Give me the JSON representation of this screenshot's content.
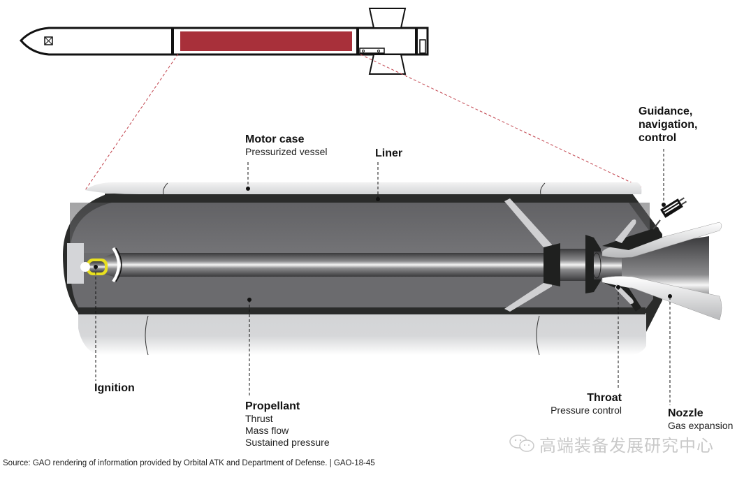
{
  "labels": {
    "motor_case": {
      "title": "Motor case",
      "subtitle": "Pressurized vessel"
    },
    "liner": {
      "title": "Liner"
    },
    "guidance": {
      "title_line1": "Guidance,",
      "title_line2": "navigation,",
      "title_line3": "control"
    },
    "ignition": {
      "title": "Ignition"
    },
    "propellant": {
      "title": "Propellant",
      "lines": [
        "Thrust",
        "Mass flow",
        "Sustained pressure"
      ]
    },
    "throat": {
      "title": "Throat",
      "subtitle": "Pressure control"
    },
    "nozzle": {
      "title": "Nozzle",
      "subtitle": "Gas expansion"
    }
  },
  "source": "Source: GAO rendering of information provided by Orbital ATK and Department of Defense.  |  GAO-18-45",
  "watermark": "高端装备发展研究中心",
  "colors": {
    "propellant_section": "#a8303a",
    "leader_red": "#c0404a",
    "case_light": "#d8d9db",
    "propellant_grey": "#6b6b6e",
    "casing_dark": "#2a2b2a",
    "igniter_yellow": "#e8e020"
  }
}
